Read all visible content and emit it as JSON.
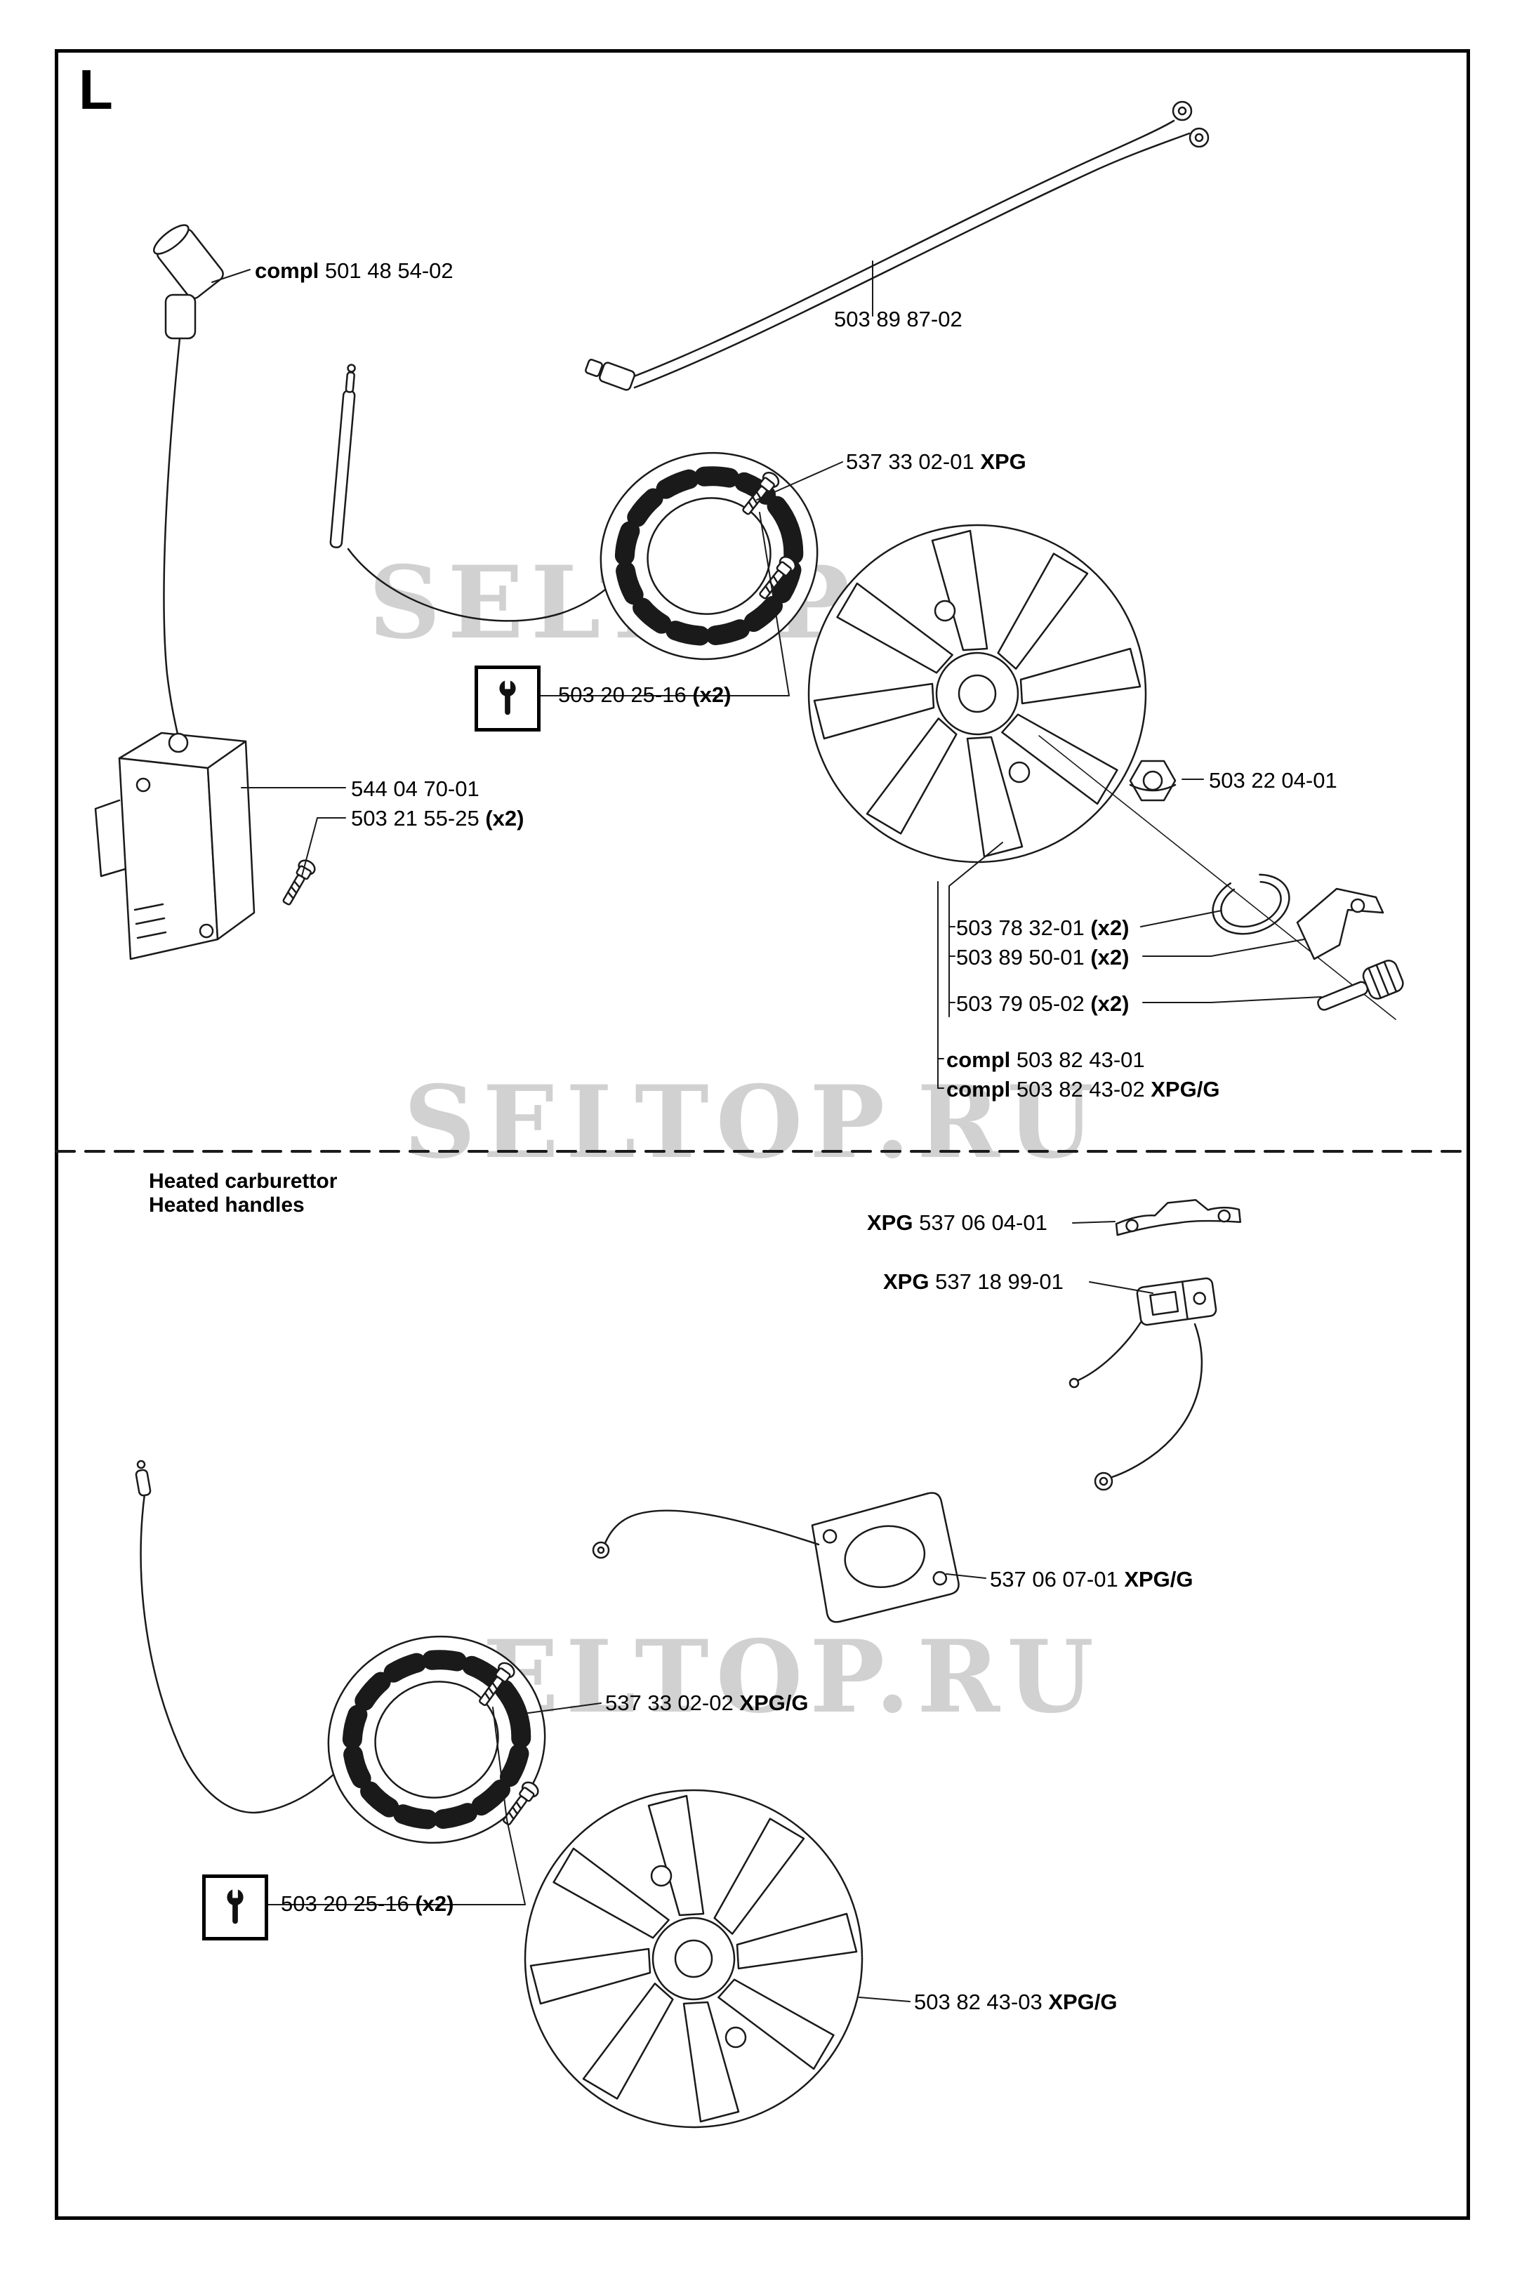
{
  "section_letter": "L",
  "watermark": "SELTOP.RU",
  "icons": {
    "tool_callout": "wrench-icon"
  },
  "top_section": {
    "cap": {
      "prefix": "compl ",
      "number": "501 48 54-02",
      "suffix": ""
    },
    "harness": {
      "prefix": "",
      "number": "503 89 87-02",
      "suffix": ""
    },
    "stator": {
      "prefix": "",
      "number": "537 33 02-01",
      "suffix": " XPG"
    },
    "stator_screws": {
      "prefix": "",
      "number": "503 20 25-16",
      "suffix": " (x2)"
    },
    "module": {
      "prefix": "",
      "number": "544 04 70-01",
      "suffix": ""
    },
    "module_screws": {
      "prefix": "",
      "number": "503 21 55-25",
      "suffix": " (x2)"
    },
    "nut": {
      "prefix": "",
      "number": "503 22 04-01",
      "suffix": ""
    },
    "clamp": {
      "prefix": "",
      "number": "503 78 32-01",
      "suffix": " (x2)"
    },
    "pawl": {
      "prefix": "",
      "number": "503 89 50-01",
      "suffix": " (x2)"
    },
    "plunger": {
      "prefix": "",
      "number": "503 79 05-02",
      "suffix": " (x2)"
    },
    "flywheel_compl_1": {
      "prefix": "compl ",
      "number": "503 82 43-01",
      "suffix": ""
    },
    "flywheel_compl_2": {
      "prefix": "compl ",
      "number": "503 82 43-02",
      "suffix": " XPG/G"
    }
  },
  "bottom_section": {
    "heading_line1": "Heated carburettor",
    "heading_line2": "Heated handles",
    "bracket": {
      "prefix": "XPG ",
      "number": "537 06 04-01",
      "suffix": ""
    },
    "switch": {
      "prefix": "XPG ",
      "number": "537 18 99-01",
      "suffix": ""
    },
    "plate": {
      "prefix": "",
      "number": "537 06 07-01",
      "suffix": " XPG/G"
    },
    "stator": {
      "prefix": "",
      "number": "537 33 02-02",
      "suffix": " XPG/G"
    },
    "stator_screws": {
      "prefix": "",
      "number": "503 20 25-16",
      "suffix": " (x2)"
    },
    "flywheel": {
      "prefix": "",
      "number": "503 82 43-03",
      "suffix": " XPG/G"
    }
  }
}
